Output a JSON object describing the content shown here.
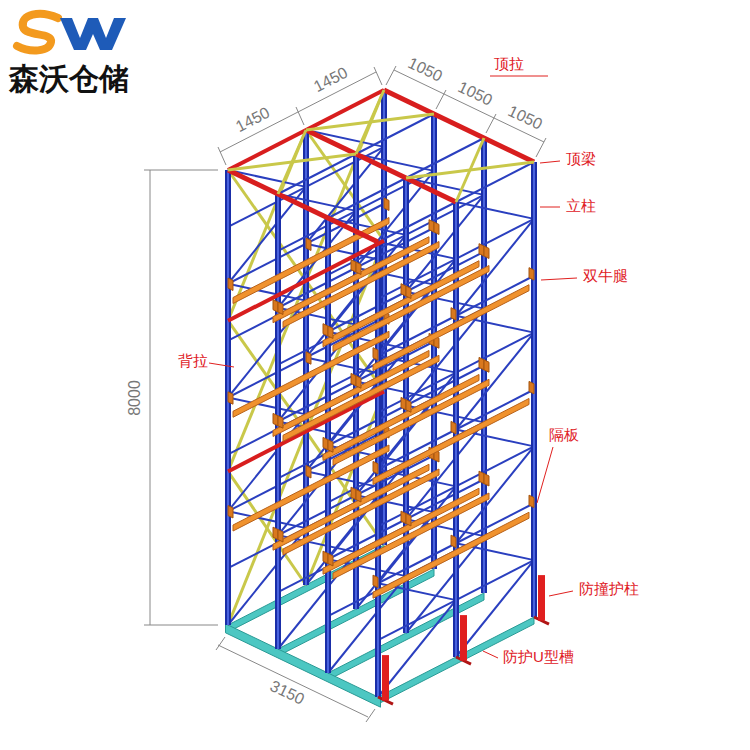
{
  "diagram": {
    "labels": [
      "森沃仓储",
      "1450",
      "1450",
      "1050",
      "1050",
      "1050",
      "8000",
      "3150",
      "顶拉",
      "顶梁",
      "立柱",
      "双牛腿",
      "背拉",
      "隔板",
      "防撞护柱",
      "防护U型槽"
    ]
  }
}
